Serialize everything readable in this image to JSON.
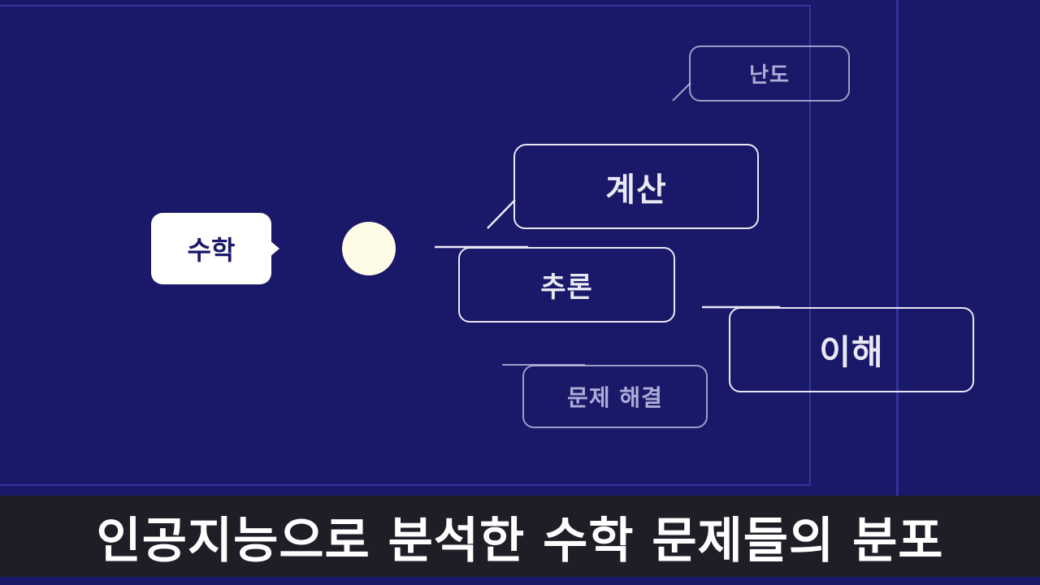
{
  "diagram": {
    "subject": "수학",
    "categories": [
      {
        "key": "difficulty",
        "label": "난도"
      },
      {
        "key": "calculation",
        "label": "계산"
      },
      {
        "key": "reasoning",
        "label": "추론"
      },
      {
        "key": "understanding",
        "label": "이해"
      },
      {
        "key": "problem_solving",
        "label": "문제 해결"
      }
    ]
  },
  "subtitle": "인공지능으로 분석한 수학 문제들의 분포",
  "colors": {
    "background": "#1a1868",
    "card_border": "#e9e8f5",
    "dot": "#fefbe6",
    "subtitle_bar": "#1d1e26"
  }
}
